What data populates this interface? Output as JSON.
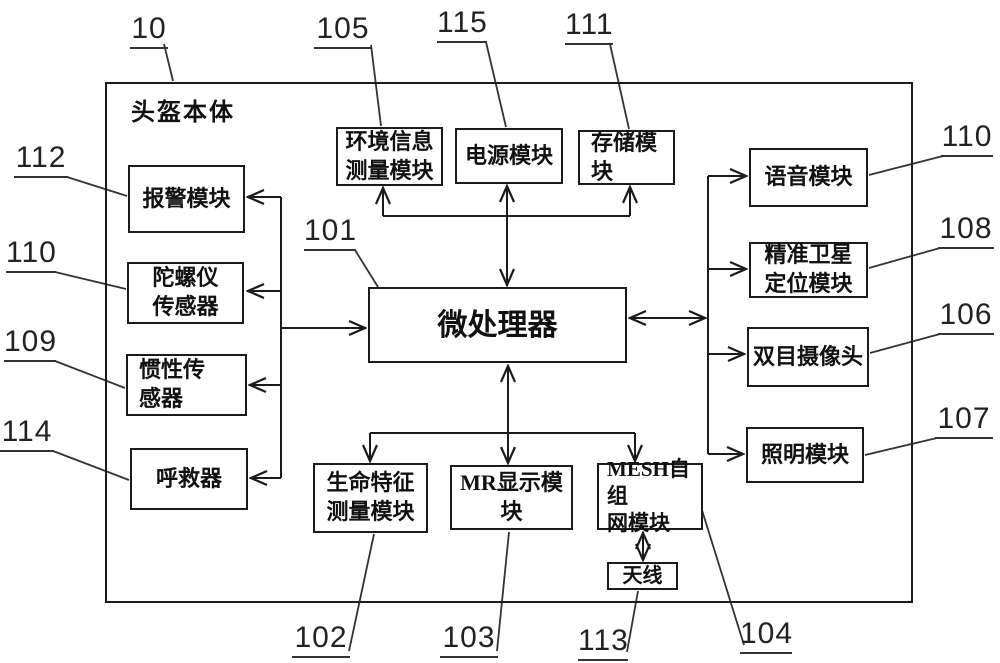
{
  "colors": {
    "line": "#1b1b1b",
    "background": "#ffffff"
  },
  "container": {
    "label": "头盔本体",
    "ref": "10"
  },
  "nodes": {
    "env": {
      "ref": "105",
      "label": "环境信息\n测量模块"
    },
    "power": {
      "ref": "115",
      "label": "电源模块"
    },
    "storage": {
      "ref": "111",
      "label": "存储模\n块"
    },
    "mcu": {
      "ref": "101",
      "label": "微处理器"
    },
    "alarm": {
      "ref": "112",
      "label": "报警模块"
    },
    "gyro": {
      "ref": "110",
      "label": "陀螺仪\n传感器"
    },
    "inertial": {
      "ref": "109",
      "label": "惯性传\n感器"
    },
    "sos": {
      "ref": "114",
      "label": "呼救器"
    },
    "voice": {
      "ref": "110",
      "label": "语音模块"
    },
    "satellite": {
      "ref": "108",
      "label": "精准卫星\n定位模块"
    },
    "camera": {
      "ref": "106",
      "label": "双目摄像头"
    },
    "lighting": {
      "ref": "107",
      "label": "照明模块"
    },
    "vital": {
      "ref": "102",
      "label": "生命特征\n测量模块"
    },
    "mr": {
      "ref": "103",
      "label": "MR显示模块"
    },
    "mesh": {
      "ref": "104",
      "label": "MESH自组\n网模块"
    },
    "antenna": {
      "ref": "113",
      "label": "天线"
    }
  }
}
